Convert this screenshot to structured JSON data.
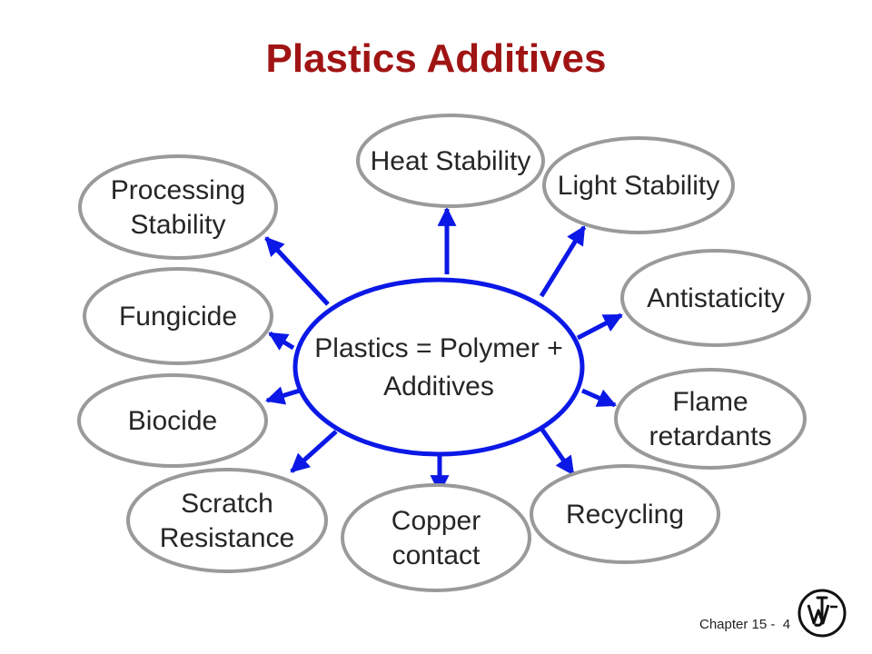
{
  "title": "Plastics Additives",
  "center": {
    "lines": [
      "Plastics = Polymer +",
      "Additives"
    ]
  },
  "nodes": [
    {
      "id": "heat-stability",
      "lines": [
        "Heat Stability"
      ]
    },
    {
      "id": "light-stability",
      "lines": [
        "Light Stability"
      ]
    },
    {
      "id": "antistaticity",
      "lines": [
        "Antistaticity"
      ]
    },
    {
      "id": "flame-retardants",
      "lines": [
        "Flame",
        "retardants"
      ]
    },
    {
      "id": "recycling",
      "lines": [
        "Recycling"
      ]
    },
    {
      "id": "copper-contact",
      "lines": [
        "Copper",
        "contact"
      ]
    },
    {
      "id": "scratch-resistance",
      "lines": [
        "Scratch",
        "Resistance"
      ]
    },
    {
      "id": "biocide",
      "lines": [
        "Biocide"
      ]
    },
    {
      "id": "fungicide",
      "lines": [
        "Fungicide"
      ]
    },
    {
      "id": "processing-stability",
      "lines": [
        "Processing",
        "Stability"
      ]
    }
  ],
  "footer": {
    "chapter_label": "Chapter 15 -  4"
  },
  "colors": {
    "title": "#a01414",
    "arrow": "#0b18e6",
    "center_outline": "#0b18e6",
    "node_outline": "#9a9a9a",
    "text": "#262626"
  },
  "icons": {
    "logo": "publisher-logo-icon"
  }
}
